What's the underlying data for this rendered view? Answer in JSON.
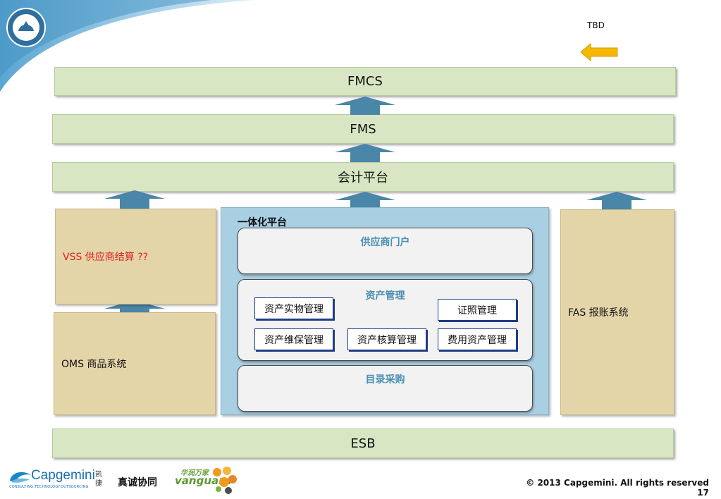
{
  "header": {
    "tbd_label": "TBD"
  },
  "layers": {
    "fmcs": "FMCS",
    "fms": "FMS",
    "accounting_platform": "会计平台",
    "esb": "ESB"
  },
  "left": {
    "vss": "VSS 供应商结算 ??",
    "oms": "OMS 商品系统"
  },
  "right": {
    "fas": "FAS 报账系统"
  },
  "platform": {
    "title": "一体化平台",
    "supplier_portal": "供应商门户",
    "asset_mgmt": {
      "title": "资产管理",
      "modules": [
        "资产实物管理",
        "证照管理",
        "资产维保管理",
        "资产核算管理",
        "费用资产管理"
      ]
    },
    "catalog_purchase": "目录采购"
  },
  "footer": {
    "capgemini": "Capgemini",
    "capgemini_cn": "凯捷",
    "capgemini_tagline": "CONSULTING.TECHNOLOGY.OUTSOURCING",
    "slogan": "真诚协同",
    "partner_cn": "华润万家",
    "partner": "vanguard",
    "copyright": "© 2013 Capgemini. All rights reserved",
    "page_number": "17"
  },
  "colors": {
    "band": "#d9e6c3",
    "side": "#e4d5a9",
    "platform": "#a9cfe2",
    "arrow": "#4a86a8",
    "tbd_arrow": "#f5b800",
    "vss_text": "#e02020"
  }
}
